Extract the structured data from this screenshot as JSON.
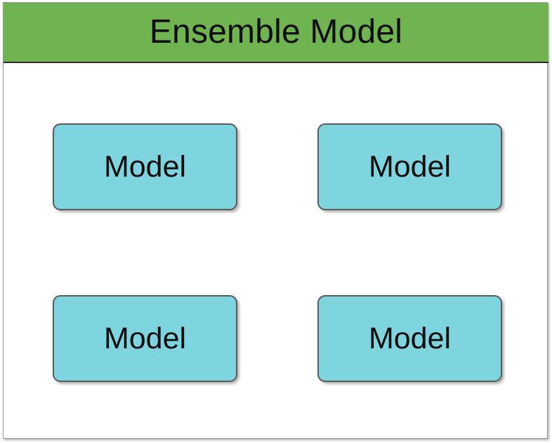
{
  "diagram": {
    "type": "block-diagram",
    "title": "Ensemble Model",
    "container": {
      "header_label": "Ensemble Model",
      "header_color": "#6FB450",
      "body_color": "#FFFFFF",
      "border_color": "#9A9A9A"
    },
    "boxes": [
      {
        "label": "Model",
        "position": "top-left",
        "fill": "#7FD5DF",
        "border": "#5A5A5A"
      },
      {
        "label": "Model",
        "position": "top-right",
        "fill": "#7FD5DF",
        "border": "#5A5A5A"
      },
      {
        "label": "Model",
        "position": "bottom-left",
        "fill": "#7FD5DF",
        "border": "#5A5A5A"
      },
      {
        "label": "Model",
        "position": "bottom-right",
        "fill": "#7FD5DF",
        "border": "#5A5A5A"
      }
    ]
  }
}
